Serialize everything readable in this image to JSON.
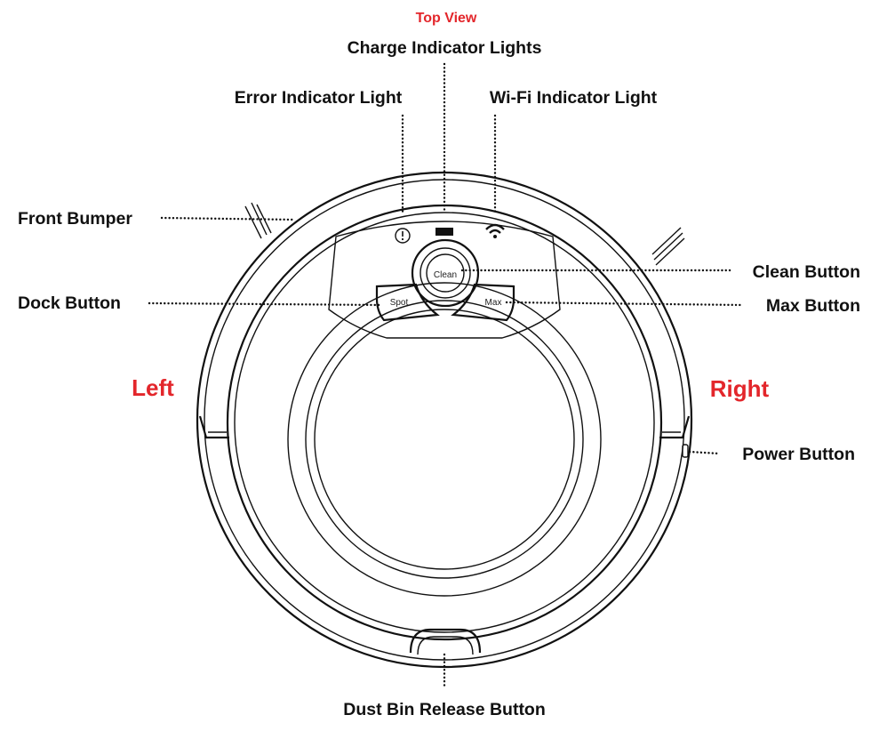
{
  "title": "Top View",
  "colors": {
    "accent": "#e3262b",
    "ink": "#111111"
  },
  "labels": {
    "charge_indicator": "Charge Indicator Lights",
    "error_indicator": "Error Indicator Light",
    "wifi_indicator": "Wi-Fi Indicator Light",
    "front_bumper": "Front Bumper",
    "clean_button": "Clean Button",
    "dock_button": "Dock Button",
    "max_button": "Max Button",
    "power_button": "Power Button",
    "dust_bin_release": "Dust Bin Release Button"
  },
  "sides": {
    "left": "Left",
    "right": "Right"
  },
  "device_buttons": {
    "clean": "Clean",
    "spot": "Spot",
    "max": "Max"
  },
  "icons": {
    "error": "exclamation-circle-icon",
    "charge": "battery-bar-icon",
    "wifi": "wifi-icon"
  }
}
